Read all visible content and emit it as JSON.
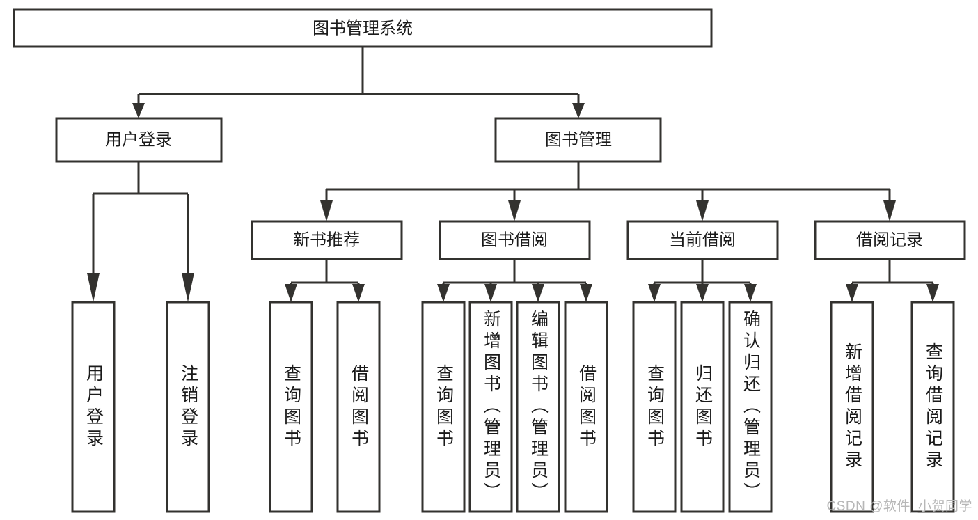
{
  "diagram": {
    "type": "tree-hierarchy",
    "title": "图书管理系统",
    "watermark": "CSDN @软件_小贺同学",
    "colors": {
      "stroke": "#33322f",
      "fill": "#ffffff",
      "text": "#1a1a1a",
      "watermark": "#b7b7b7",
      "background": "#ffffff"
    },
    "levels": [
      {
        "level": 0,
        "nodes": [
          {
            "id": "root",
            "label": "图书管理系统",
            "orientation": "horizontal"
          }
        ]
      },
      {
        "level": 1,
        "nodes": [
          {
            "id": "user-login",
            "label": "用户登录",
            "orientation": "horizontal",
            "parent": "root"
          },
          {
            "id": "book-manage",
            "label": "图书管理",
            "orientation": "horizontal",
            "parent": "root"
          }
        ]
      },
      {
        "level": 2,
        "nodes": [
          {
            "id": "new-book-rec",
            "label": "新书推荐",
            "orientation": "horizontal",
            "parent": "book-manage"
          },
          {
            "id": "book-borrow",
            "label": "图书借阅",
            "orientation": "horizontal",
            "parent": "book-manage"
          },
          {
            "id": "current-borrow",
            "label": "当前借阅",
            "orientation": "horizontal",
            "parent": "book-manage"
          },
          {
            "id": "borrow-record",
            "label": "借阅记录",
            "orientation": "horizontal",
            "parent": "book-manage"
          }
        ]
      },
      {
        "level": 3,
        "nodes": [
          {
            "id": "leaf-user-login",
            "label": "用户登录",
            "orientation": "vertical",
            "parent": "user-login"
          },
          {
            "id": "leaf-logout",
            "label": "注销登录",
            "orientation": "vertical",
            "parent": "user-login"
          },
          {
            "id": "leaf-query-book-1",
            "label": "查询图书",
            "orientation": "vertical",
            "parent": "new-book-rec"
          },
          {
            "id": "leaf-borrow-book-1",
            "label": "借阅图书",
            "orientation": "vertical",
            "parent": "new-book-rec"
          },
          {
            "id": "leaf-query-book-2",
            "label": "查询图书",
            "orientation": "vertical",
            "parent": "book-borrow"
          },
          {
            "id": "leaf-add-book",
            "label": "新增图书（管理员）",
            "orientation": "vertical",
            "parent": "book-borrow"
          },
          {
            "id": "leaf-edit-book",
            "label": "编辑图书（管理员）",
            "orientation": "vertical",
            "parent": "book-borrow"
          },
          {
            "id": "leaf-borrow-book-2",
            "label": "借阅图书",
            "orientation": "vertical",
            "parent": "book-borrow"
          },
          {
            "id": "leaf-query-book-3",
            "label": "查询图书",
            "orientation": "vertical",
            "parent": "current-borrow"
          },
          {
            "id": "leaf-return-book",
            "label": "归还图书",
            "orientation": "vertical",
            "parent": "current-borrow"
          },
          {
            "id": "leaf-confirm-return",
            "label": "确认归还（管理员）",
            "orientation": "vertical",
            "parent": "current-borrow"
          },
          {
            "id": "leaf-add-record",
            "label": "新增借阅记录",
            "orientation": "vertical",
            "parent": "borrow-record"
          },
          {
            "id": "leaf-query-record",
            "label": "查询借阅记录",
            "orientation": "vertical",
            "parent": "borrow-record"
          }
        ]
      }
    ]
  }
}
